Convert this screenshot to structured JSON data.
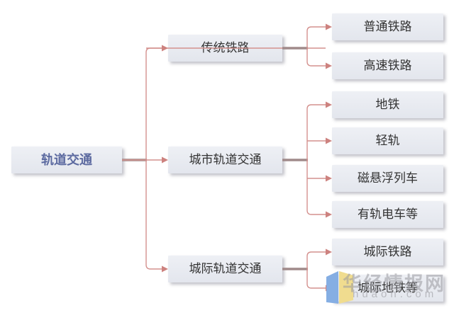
{
  "diagram": {
    "title": "rail-transit-classification",
    "root": {
      "label": "轨道交通"
    },
    "branches": [
      {
        "label": "传统铁路",
        "children": [
          "普通铁路",
          "高速铁路"
        ]
      },
      {
        "label": "城市轨道交通",
        "children": [
          "地铁",
          "轻轨",
          "磁悬浮列车",
          "有轨电车等"
        ]
      },
      {
        "label": "城际轨道交通",
        "children": [
          "城际铁路",
          "城际地铁等"
        ]
      }
    ]
  },
  "watermark": {
    "site_name": "华经情报网",
    "site_url": "huaon.com"
  },
  "colors": {
    "box_bg_top": "#eef0f5",
    "box_bg_bot": "#e3e6ed",
    "box_text": "#333333",
    "root_text": "#5c6aa0",
    "line": "#d4918e",
    "arrow": "#cd827f",
    "stub": "#a08a8a",
    "wm": "#9a9aa0",
    "logo_blue": "#85aee3",
    "logo_yellow": "#f0dc8f"
  }
}
